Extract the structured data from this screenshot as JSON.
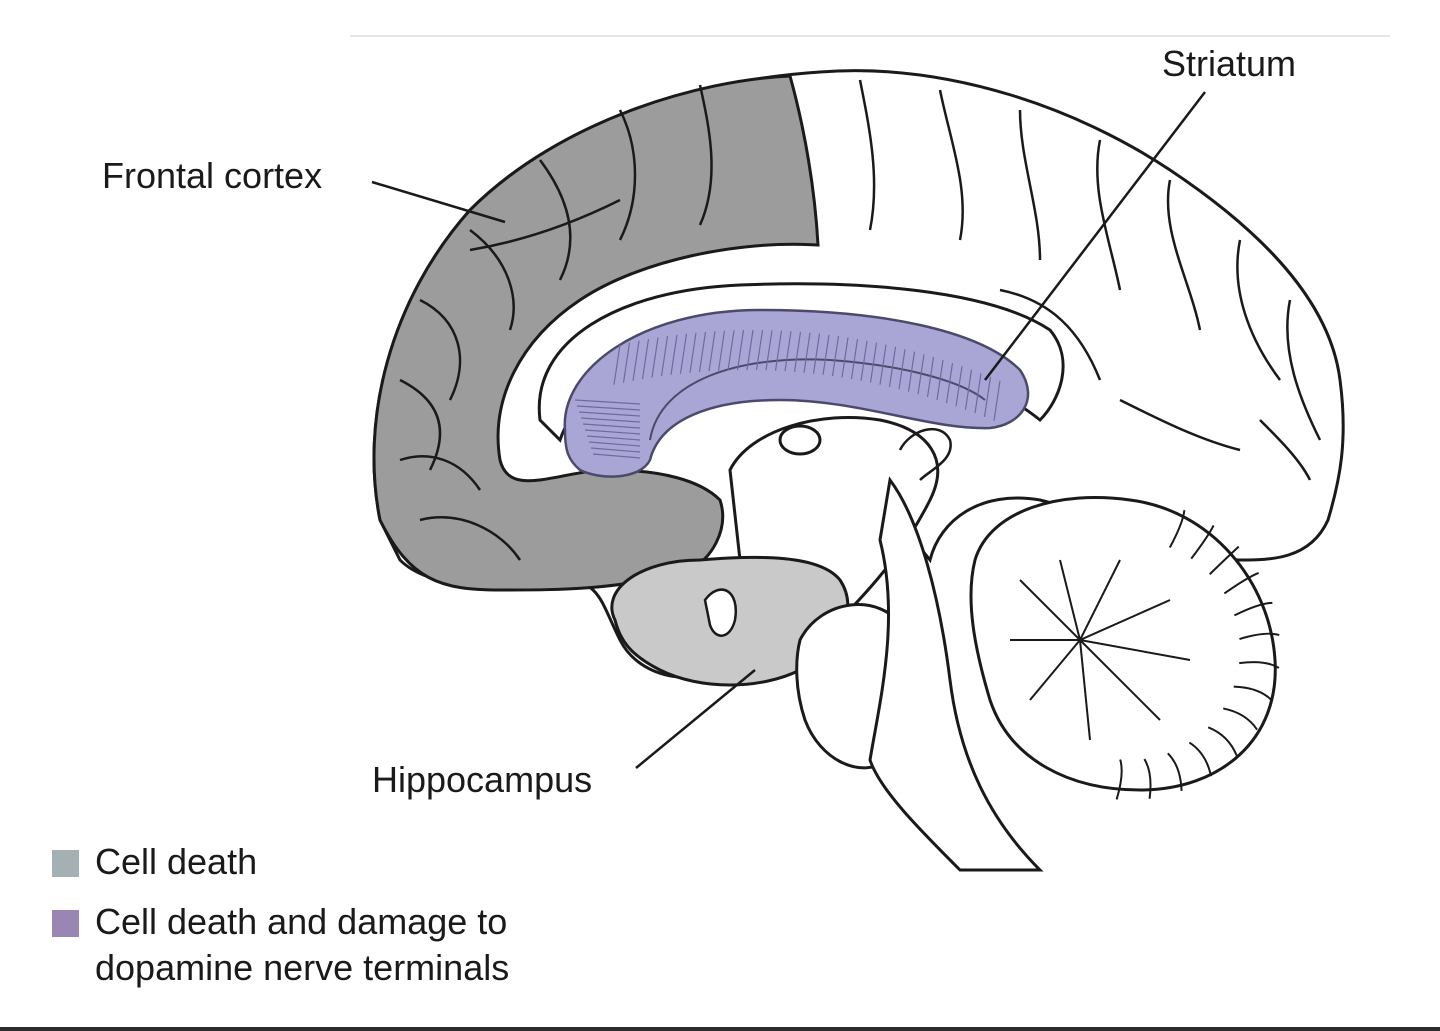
{
  "labels": {
    "frontal_cortex": "Frontal cortex",
    "striatum": "Striatum",
    "hippocampus": "Hippocampus"
  },
  "legend": [
    {
      "text": "Cell death",
      "color": "#a5b0b5"
    },
    {
      "text": "Cell death and damage to dopamine nerve terminals",
      "line1": "Cell death and damage to",
      "line2": "dopamine nerve terminals",
      "color": "#9a86b2"
    }
  ],
  "colors": {
    "cell_death_fill": "#9c9c9c",
    "striatum_fill": "#a9a6d6",
    "outline": "#1a1a1a",
    "background": "#ffffff"
  }
}
